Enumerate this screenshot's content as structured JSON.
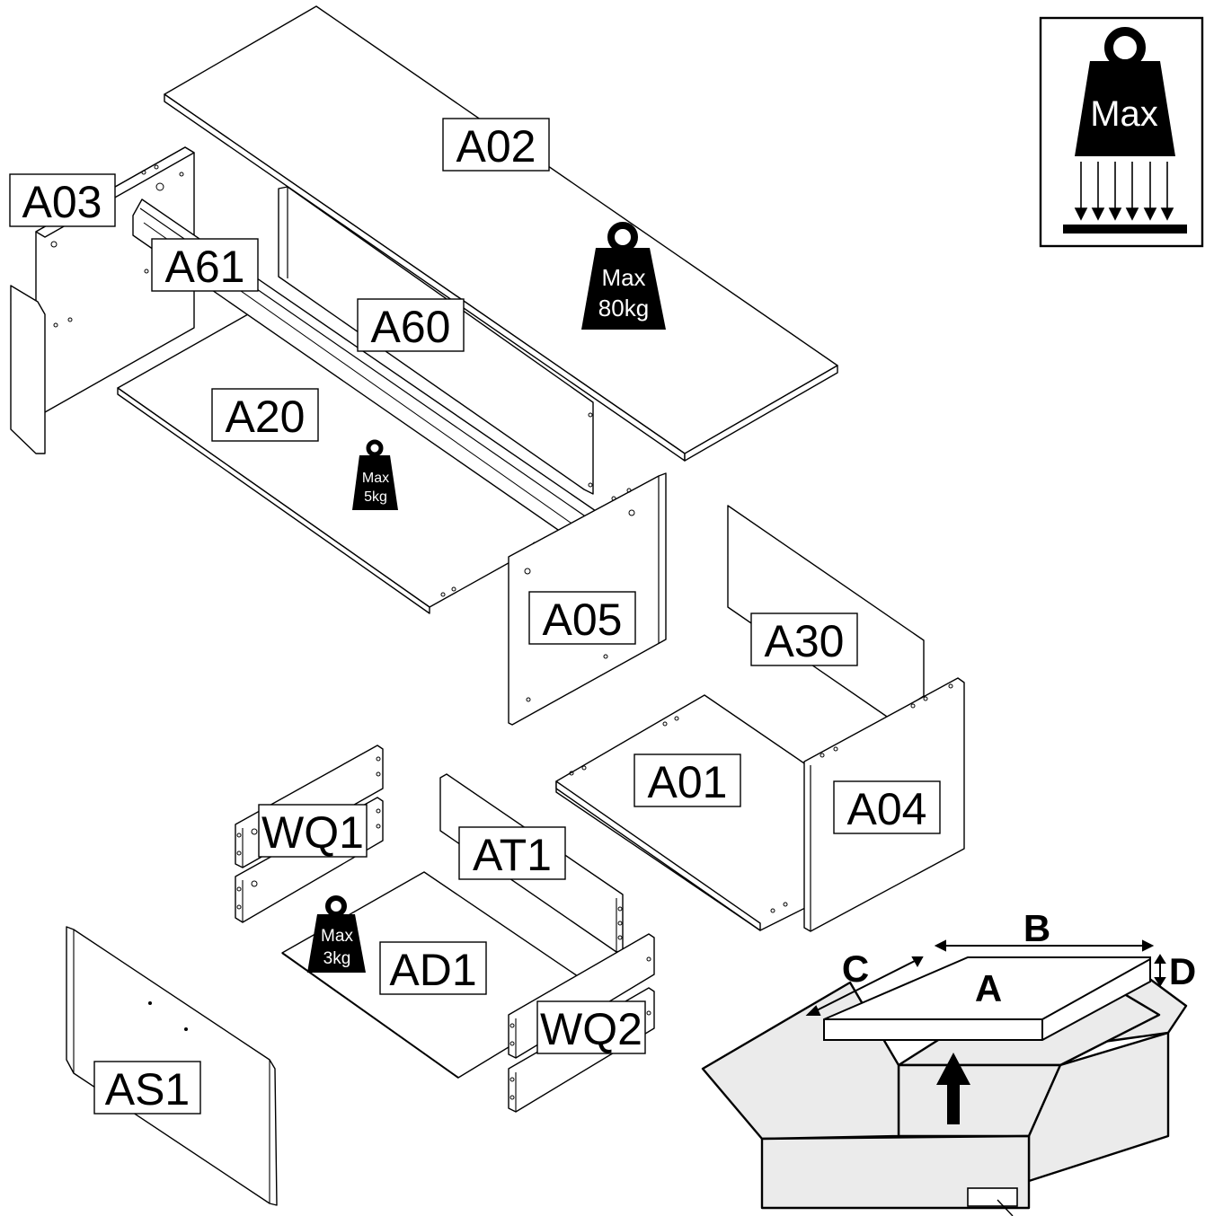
{
  "parts": [
    {
      "id": "a02",
      "label": "A02"
    },
    {
      "id": "a03",
      "label": "A03"
    },
    {
      "id": "a61",
      "label": "A61"
    },
    {
      "id": "a60",
      "label": "A60"
    },
    {
      "id": "a20",
      "label": "A20"
    },
    {
      "id": "a05",
      "label": "A05"
    },
    {
      "id": "a30",
      "label": "A30"
    },
    {
      "id": "a01",
      "label": "A01"
    },
    {
      "id": "a04",
      "label": "A04"
    },
    {
      "id": "wq1",
      "label": "WQ1"
    },
    {
      "id": "at1",
      "label": "AT1"
    },
    {
      "id": "ad1",
      "label": "AD1"
    },
    {
      "id": "wq2",
      "label": "WQ2"
    },
    {
      "id": "as1",
      "label": "AS1"
    }
  ],
  "weights": {
    "legend": {
      "word": "Max"
    },
    "a02_limit": {
      "word": "Max",
      "value": "80kg"
    },
    "a20_limit": {
      "word": "Max",
      "value": "5kg"
    },
    "ad1_limit": {
      "word": "Max",
      "value": "3kg"
    }
  },
  "box_dimensions": {
    "A": "A",
    "B": "B",
    "C": "C",
    "D": "D"
  },
  "colors": {
    "ink": "#000000",
    "paper": "#ffffff",
    "box_fill": "#ebebeb"
  }
}
